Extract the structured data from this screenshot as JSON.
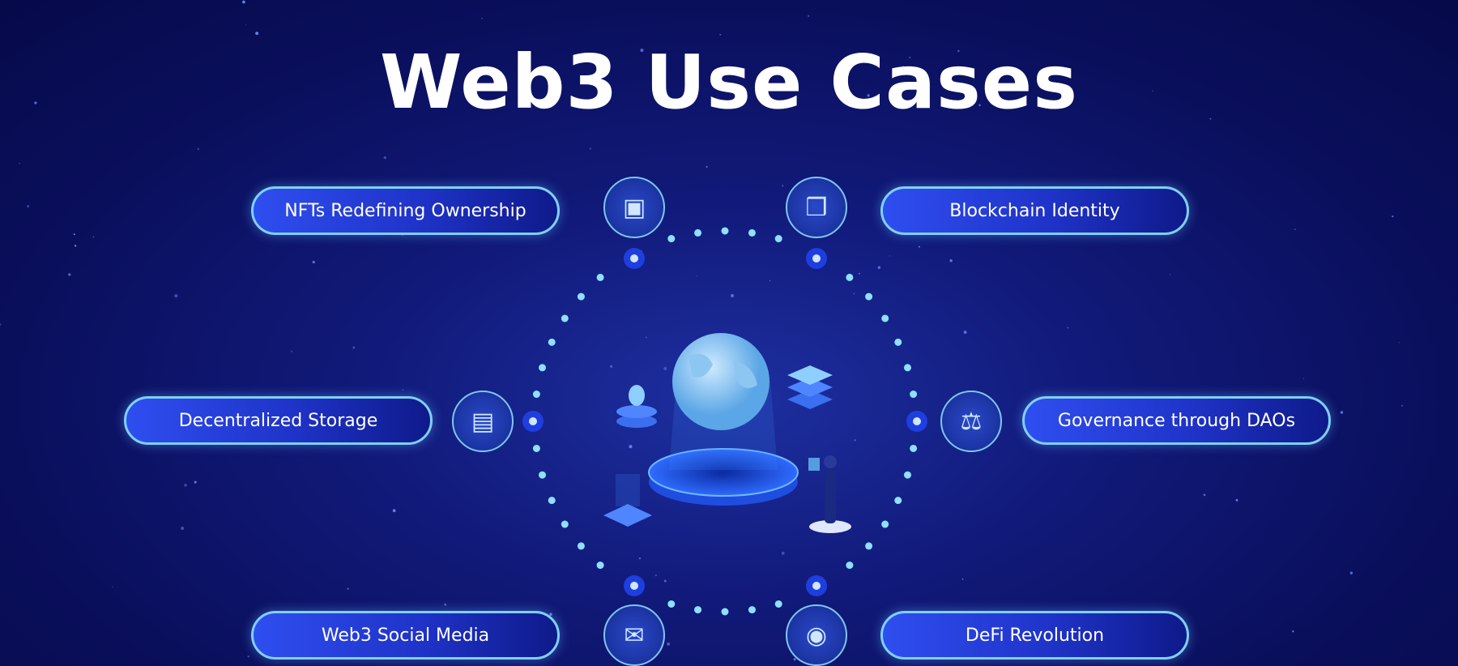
{
  "title": "Web3 Use Cases",
  "use_cases": [
    {
      "label": "NFTs Redefining Ownership",
      "icon": "nft-gallery-icon"
    },
    {
      "label": "Blockchain Identity",
      "icon": "identity-blocks-icon"
    },
    {
      "label": "Decentralized Storage",
      "icon": "storage-icon"
    },
    {
      "label": "Governance through DAOs",
      "icon": "governance-icon"
    },
    {
      "label": "Web3 Social Media",
      "icon": "social-media-icon"
    },
    {
      "label": "DeFi Revolution",
      "icon": "defi-coin-icon"
    }
  ],
  "colors": {
    "accent": "#7fd0f5",
    "pill": "#2f4ef0",
    "background": "#0a0f5c"
  }
}
